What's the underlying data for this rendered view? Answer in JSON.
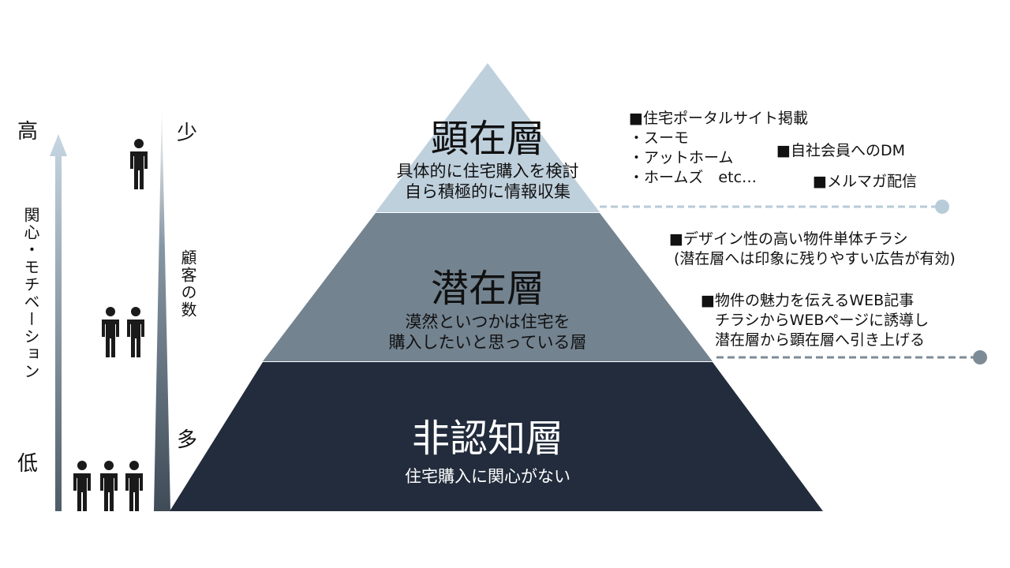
{
  "left_axis": {
    "high": "高",
    "low": "低",
    "label": "関心・モチベーション"
  },
  "count_axis": {
    "few": "少",
    "many": "多",
    "label": "顧客の数"
  },
  "colors": {
    "top_layer": "#bfd0dd",
    "middle_layer": "#738390",
    "bottom_layer": "#222c3c",
    "dash_top": "#b8cbd9",
    "dash_middle": "#7d8b96"
  },
  "layers": [
    {
      "title": "顕在層",
      "description": [
        "具体的に住宅購入を検討",
        "自ら積極的に情報収集"
      ]
    },
    {
      "title": "潜在層",
      "description": [
        "漠然といつかは住宅を",
        "購入したいと思っている層"
      ]
    },
    {
      "title": "非認知層",
      "description": [
        "住宅購入に関心がない"
      ]
    }
  ],
  "notes": {
    "top_left": [
      "■住宅ポータルサイト掲載",
      "・スーモ",
      "・アットホーム",
      "・ホームズ　etc…"
    ],
    "top_right": [
      "■自社会員へのDM",
      "■メルマガ配信"
    ],
    "middle_a": [
      "■デザイン性の高い物件単体チラシ",
      "(潜在層へは印象に残りやすい広告が有効)"
    ],
    "middle_b": [
      "■物件の魅力を伝えるWEB記事",
      "チラシからWEBページに誘導し",
      "潜在層から顕在層へ引き上げる"
    ]
  }
}
